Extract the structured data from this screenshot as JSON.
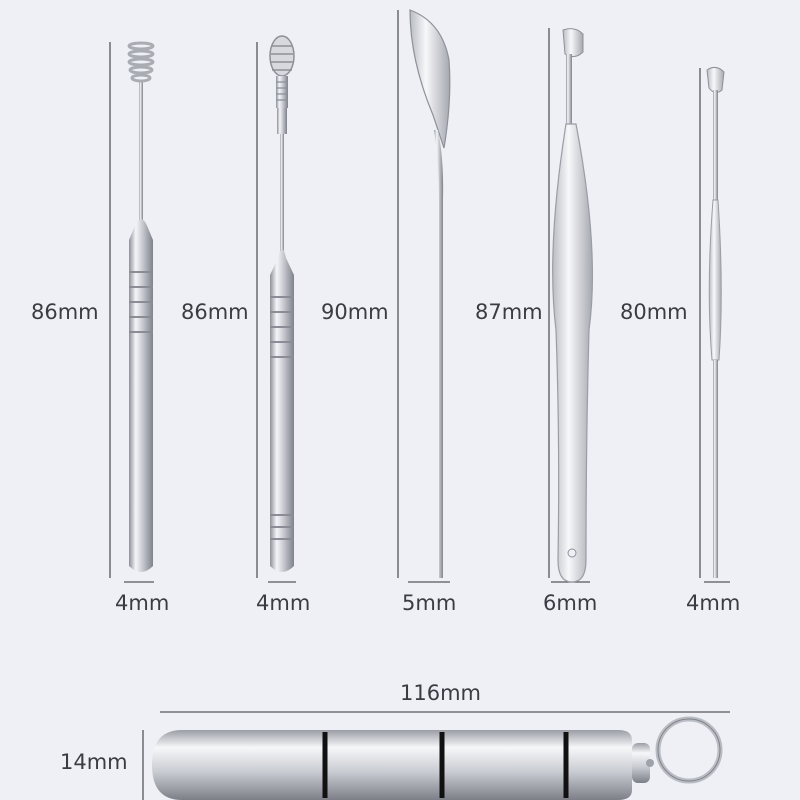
{
  "tools": [
    {
      "name": "spiral-pick",
      "length_label": "86mm",
      "width_label": "4mm"
    },
    {
      "name": "spring-pick",
      "length_label": "86mm",
      "width_label": "4mm"
    },
    {
      "name": "curved-scoop",
      "length_label": "90mm",
      "width_label": "5mm"
    },
    {
      "name": "flat-scoop",
      "length_label": "87mm",
      "width_label": "6mm"
    },
    {
      "name": "thin-scoop",
      "length_label": "80mm",
      "width_label": "4mm"
    }
  ],
  "case": {
    "length_label": "116mm",
    "height_label": "14mm"
  },
  "colors": {
    "background": "#eef0f5",
    "text": "#3a3c44",
    "line": "#55575e",
    "ring": "#111111"
  }
}
